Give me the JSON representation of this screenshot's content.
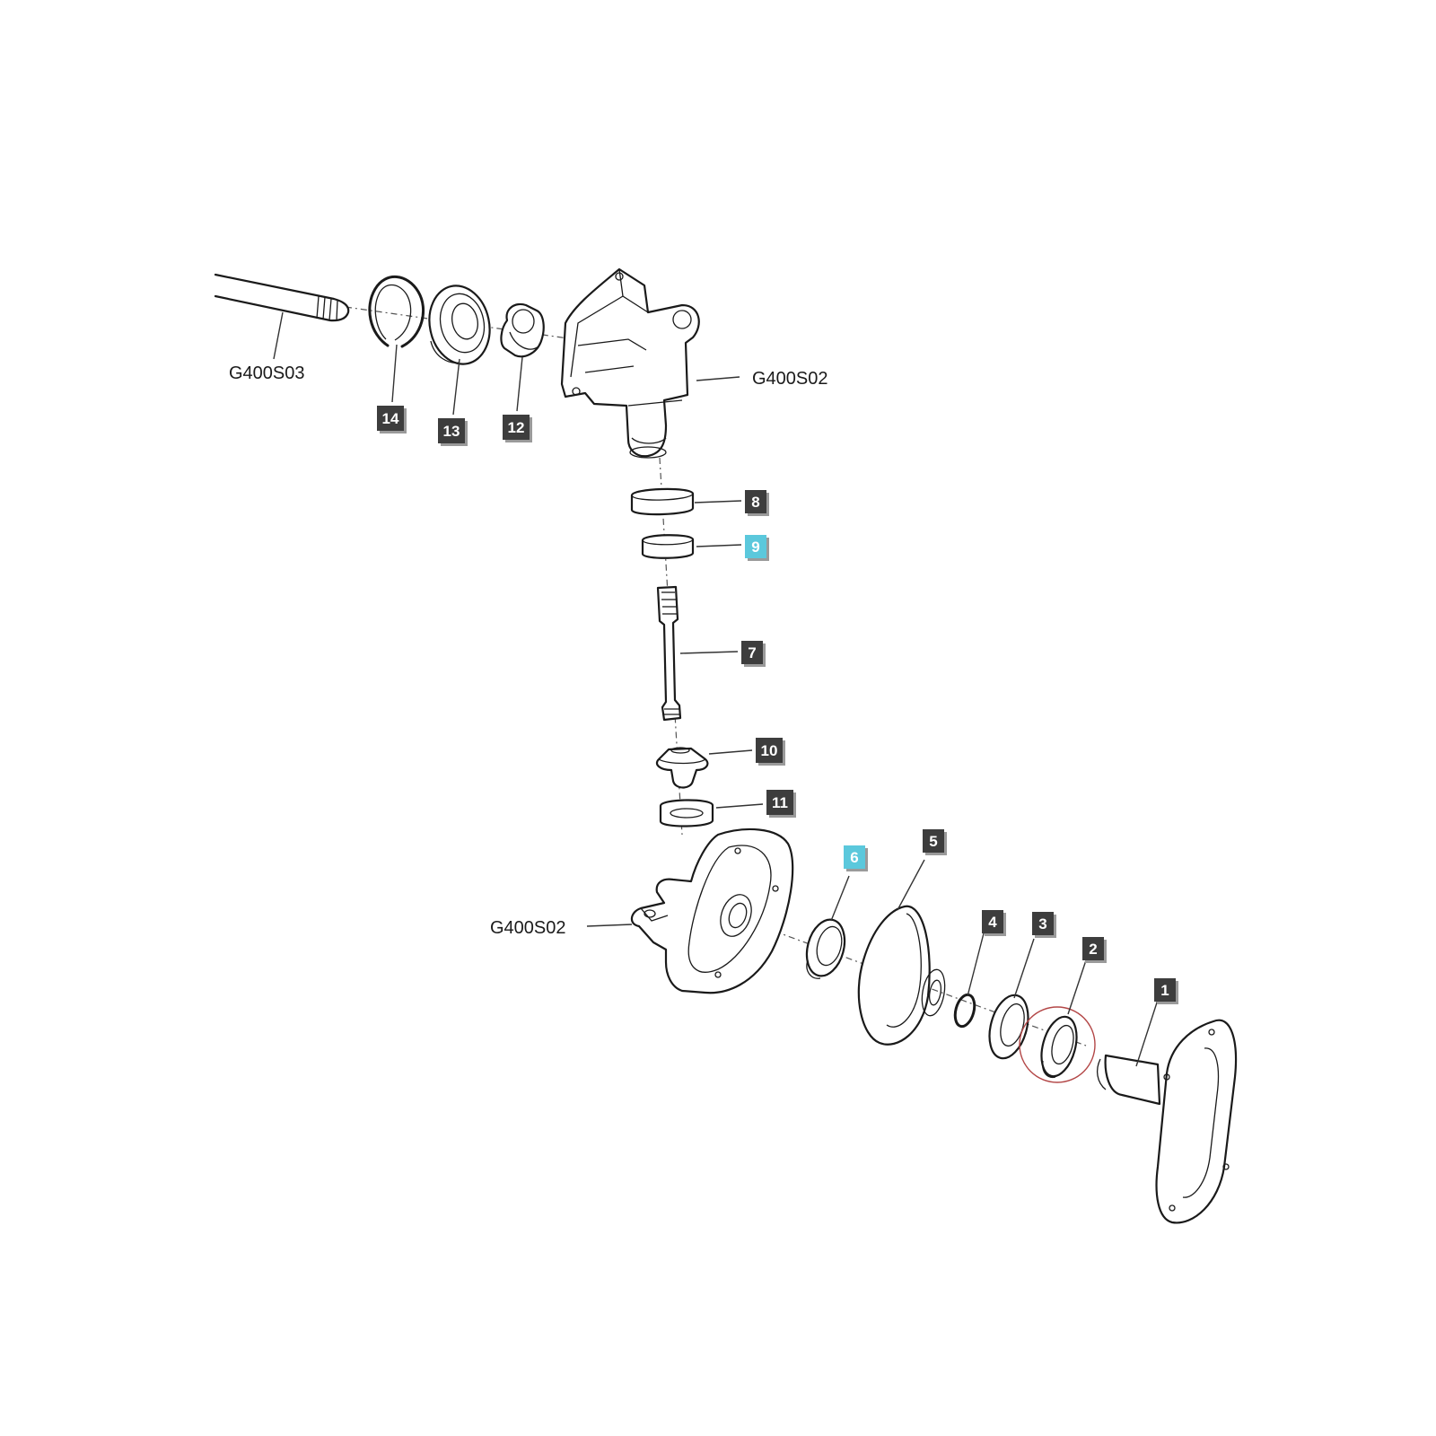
{
  "diagram": {
    "assembly_refs": {
      "shaft": "G400S03",
      "upper_housing": "G400S02",
      "lower_housing": "G400S02"
    },
    "callouts": [
      {
        "id": "c14",
        "label": "14",
        "highlight": false
      },
      {
        "id": "c13",
        "label": "13",
        "highlight": false
      },
      {
        "id": "c12",
        "label": "12",
        "highlight": false
      },
      {
        "id": "c8",
        "label": "8",
        "highlight": false
      },
      {
        "id": "c9",
        "label": "9",
        "highlight": true
      },
      {
        "id": "c7",
        "label": "7",
        "highlight": false
      },
      {
        "id": "c10",
        "label": "10",
        "highlight": false
      },
      {
        "id": "c11",
        "label": "11",
        "highlight": false
      },
      {
        "id": "c6",
        "label": "6",
        "highlight": true
      },
      {
        "id": "c5",
        "label": "5",
        "highlight": false
      },
      {
        "id": "c4",
        "label": "4",
        "highlight": false
      },
      {
        "id": "c3",
        "label": "3",
        "highlight": false
      },
      {
        "id": "c2",
        "label": "2",
        "highlight": false
      },
      {
        "id": "c1",
        "label": "1",
        "highlight": false
      }
    ],
    "colors": {
      "badge": "#3d3d3d",
      "badge_highlight": "#5bc8dc",
      "highlight_circle": "#b34747",
      "line": "#1a1a1a"
    }
  }
}
